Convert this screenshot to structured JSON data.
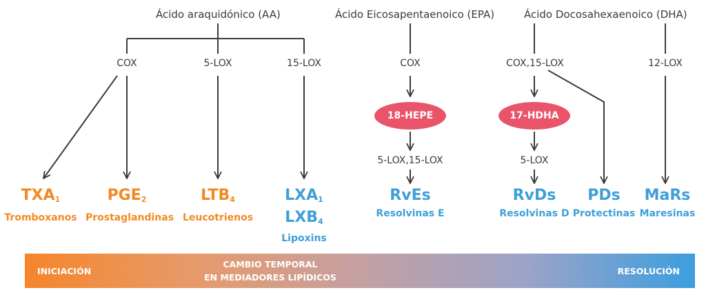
{
  "sources": {
    "aa": "Ácido araquidónico (AA)",
    "epa": "Ácido Eicosapentaenoico (EPA)",
    "dha": "Ácido Docosahexaenoico (DHA)"
  },
  "enzymes": {
    "cox_aa": "COX",
    "lox5_aa": "5-LOX",
    "lox15_aa": "15-LOX",
    "cox_epa": "COX",
    "lox5_15_epa": "5-LOX,15-LOX",
    "cox15_dha": "COX,15-LOX",
    "lox5_dha": "5-LOX",
    "lox12_dha": "12-LOX"
  },
  "intermediates": {
    "hepe": "18-HEPE",
    "hdha": "17-HDHA"
  },
  "products": {
    "txa": {
      "base": "TXA",
      "sub": "1",
      "name": "Tromboxanos"
    },
    "pge": {
      "base": "PGE",
      "sub": "2",
      "name": "Prostaglandinas"
    },
    "ltb": {
      "base": "LTB",
      "sub": "4",
      "name": "Leucotrienos"
    },
    "lxa": {
      "base": "LXA",
      "sub": "1"
    },
    "lxb": {
      "base": "LXB",
      "sub": "4",
      "name": "Lipoxins"
    },
    "rves": {
      "base": "RvEs",
      "name": "Resolvinas E"
    },
    "rvds": {
      "base": "RvDs",
      "name": "Resolvinas D"
    },
    "pds": {
      "base": "PDs",
      "name": "Protectinas"
    },
    "mars": {
      "base": "MaRs",
      "name": "Maresinas"
    }
  },
  "timeline": {
    "start": "INICIACIÓN",
    "middle_line1": "CAMBIO TEMPORAL",
    "middle_line2": "EN MEDIADORES LIPÍDICOS",
    "end": "RESOLUCIÓN"
  },
  "colors": {
    "pro_inflammatory": "#f18a23",
    "pro_resolving": "#3f9fd8",
    "intermediate": "#e9546b",
    "line": "#3a3a3a"
  }
}
